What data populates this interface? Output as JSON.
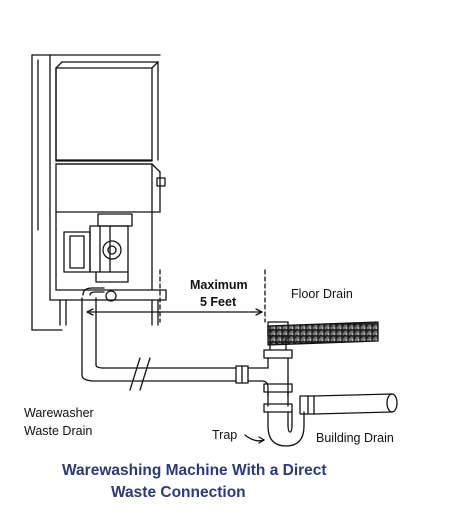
{
  "labels": {
    "maximum": "Maximum",
    "five_feet": "5 Feet",
    "floor_drain": "Floor Drain",
    "warewasher": "Warewasher",
    "waste_drain": "Waste Drain",
    "trap": "Trap",
    "building_drain": "Building Drain"
  },
  "caption": {
    "line1": "Warewashing Machine With a Direct",
    "line2": "Waste Connection"
  },
  "colors": {
    "ink": "#111111",
    "caption": "#2b3a7a",
    "floor_fill": "#555555"
  }
}
